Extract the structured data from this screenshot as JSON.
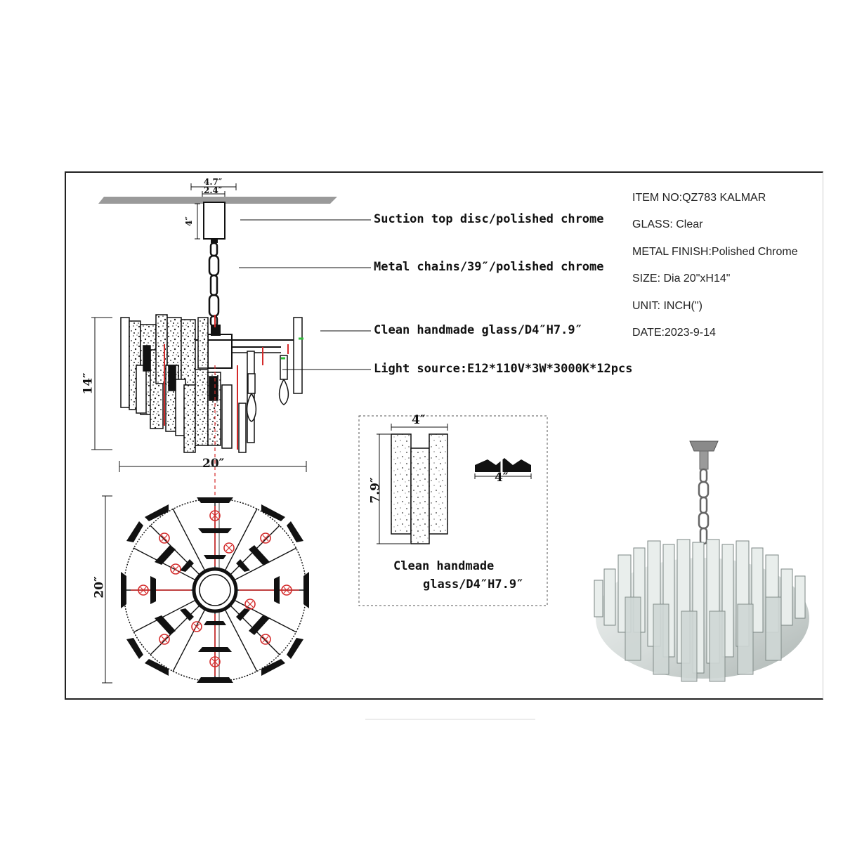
{
  "specs": {
    "item_no": "ITEM NO:QZ783 KALMAR",
    "glass": "GLASS: Clear",
    "metal_finish": "METAL FINISH:Polished Chrome",
    "size": "SIZE: Dia 20\"xH14\"",
    "unit": "UNIT: INCH(\")",
    "date": "DATE:2023-9-14"
  },
  "callouts": {
    "top_disc": "Suction top disc/polished chrome",
    "chains": "Metal chains/39″/polished chrome",
    "glass": "Clean handmade glass/D4″H7.9″",
    "light": "Light source:E12*110V*3W*3000K*12pcs"
  },
  "dimensions": {
    "canopy_outer": "4.7″",
    "canopy_inner": "2.4″",
    "canopy_height": "4″",
    "height": "14″",
    "width": "20″",
    "top_view_dia": "20″",
    "detail_width": "4″",
    "detail_height": "7.9″",
    "profile_width": "4″"
  },
  "detail": {
    "caption_line1": "Clean handmade",
    "caption_line2": "glass/D4″H7.9″"
  },
  "colors": {
    "line": "#111111",
    "accent_red": "#d42a2a",
    "accent_green": "#2fbf3a",
    "ceiling": "#9a9a9a"
  }
}
